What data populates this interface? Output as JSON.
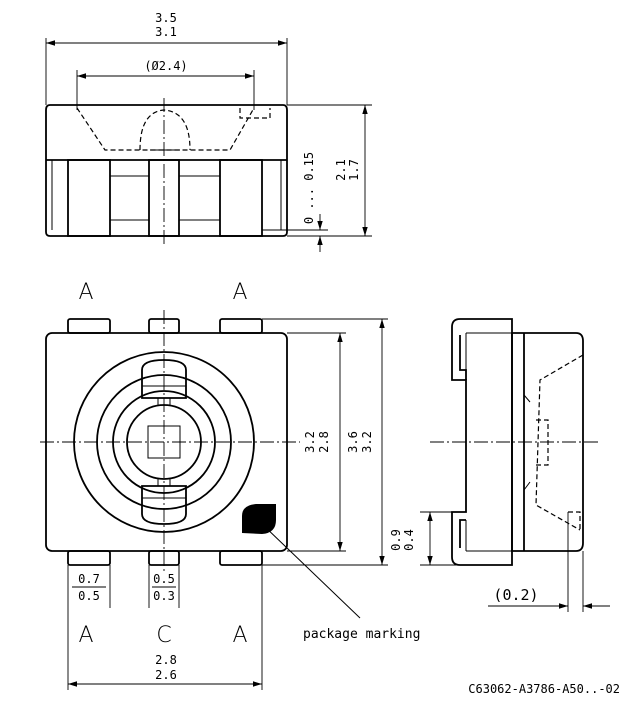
{
  "dimensions": {
    "top_width_max": "3.5",
    "top_width_min": "3.1",
    "lens_diameter": "(Ø2.4)",
    "height_max": "2.1",
    "height_min": "1.7",
    "standoff": "0 ... 0.15",
    "body_height_inner_max": "3.2",
    "body_height_inner_min": "2.8",
    "body_height_outer_max": "3.6",
    "body_height_outer_min": "3.2",
    "lead_width_anode_max": "0.7",
    "lead_width_anode_min": "0.5",
    "lead_width_cathode_max": "0.5",
    "lead_width_cathode_min": "0.3",
    "lead_pitch_max": "2.8",
    "lead_pitch_min": "2.6",
    "side_lead_max": "0.9",
    "side_lead_min": "0.4",
    "side_offset": "(0.2)"
  },
  "pins": {
    "top_left": "A",
    "top_right": "A",
    "bottom_left": "A",
    "bottom_center": "C",
    "bottom_right": "A"
  },
  "labels": {
    "package_marking": "package marking",
    "drawing_number": "C63062-A3786-A50..-02"
  }
}
